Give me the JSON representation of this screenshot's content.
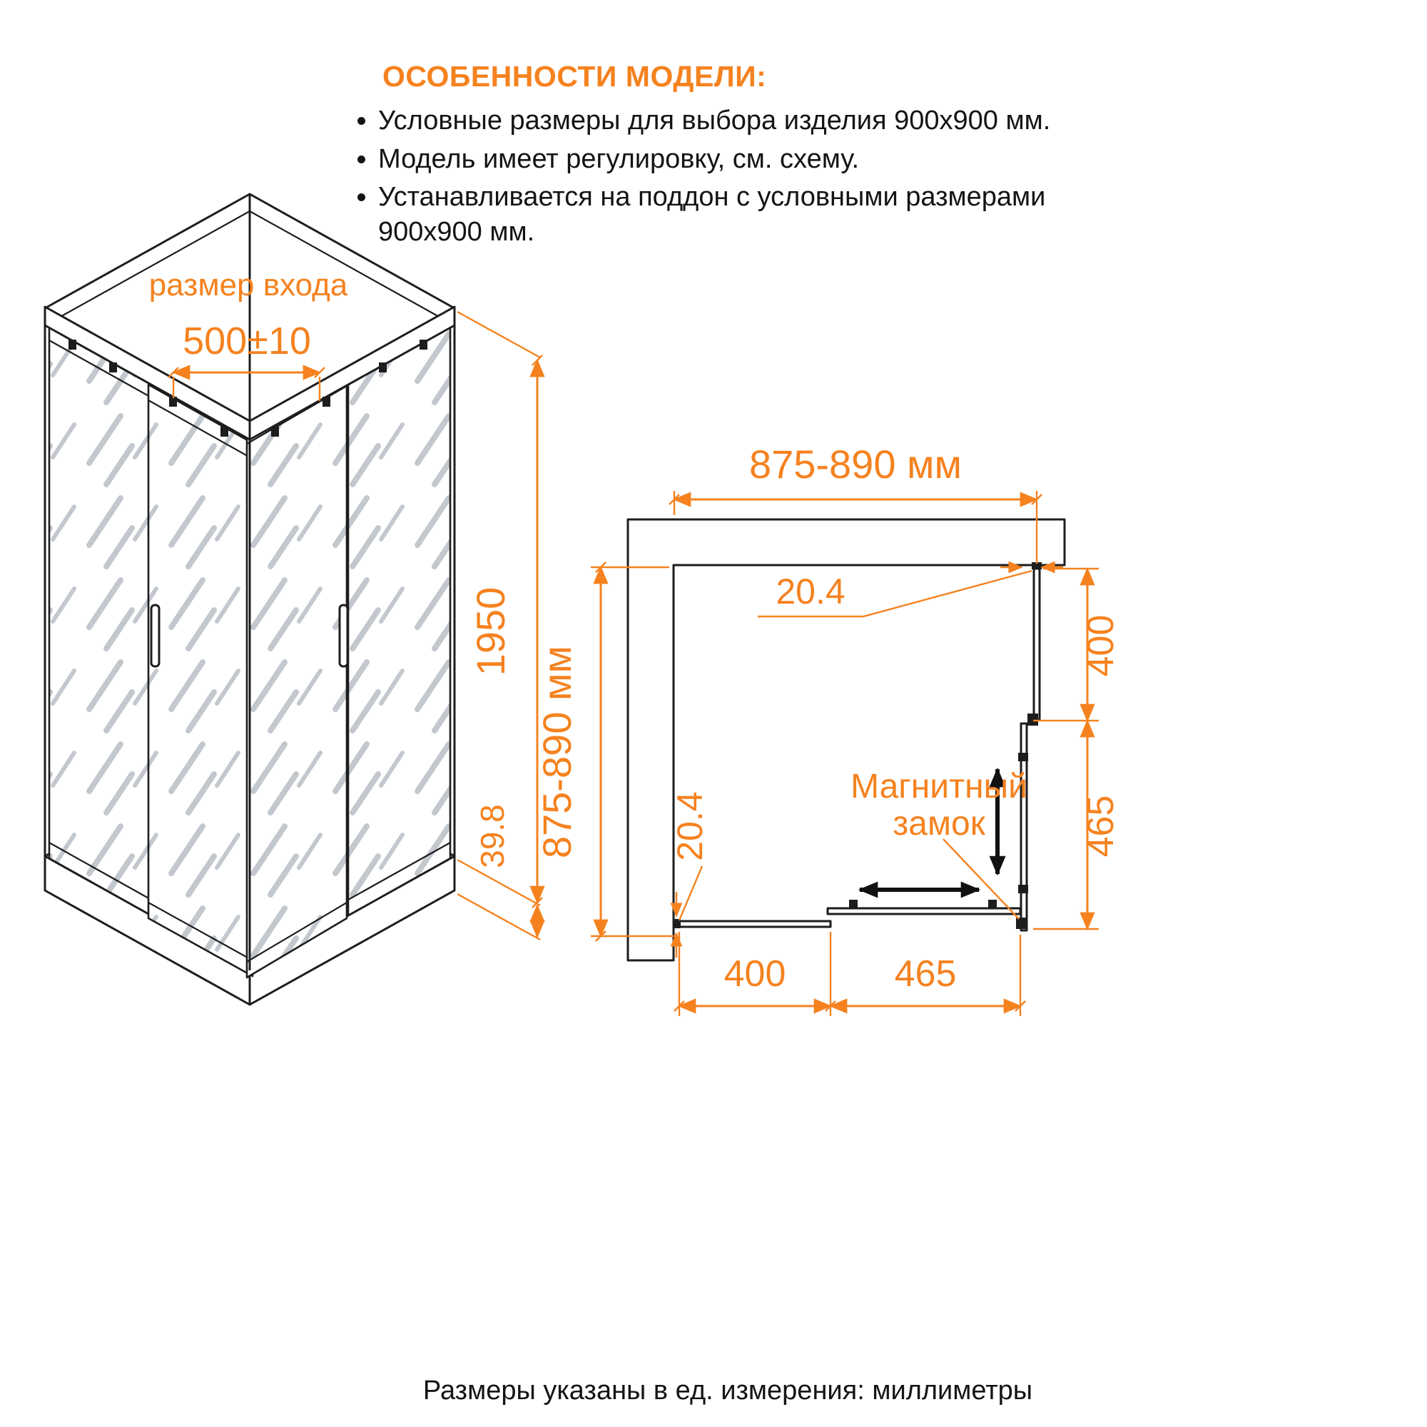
{
  "colors": {
    "accent": "#F5821F",
    "line": "#1D1D1D",
    "hatch": "#C3C8CF"
  },
  "header": {
    "title": "ОСОБЕННОСТИ МОДЕЛИ:",
    "bullets": [
      "Условные размеры для выбора изделия 900х900 мм.",
      "Модель имеет регулировку, см. схему.",
      "Устанавливается на поддон с условными размерами 900х900 мм."
    ]
  },
  "iso": {
    "entrance_label": "размер входа",
    "entrance_size": "500±10",
    "height": "1950",
    "tray_height": "39.8"
  },
  "plan": {
    "width": "875-890 мм",
    "depth": "875-890 мм",
    "profile_top": "20.4",
    "profile_left": "20.4",
    "fixed_side": "400",
    "door_side": "465",
    "fixed_bottom": "400",
    "door_bottom": "465",
    "magnet_line1": "Магнитный",
    "magnet_line2": "замок"
  },
  "footer": "Размеры указаны в ед. измерения: миллиметры"
}
